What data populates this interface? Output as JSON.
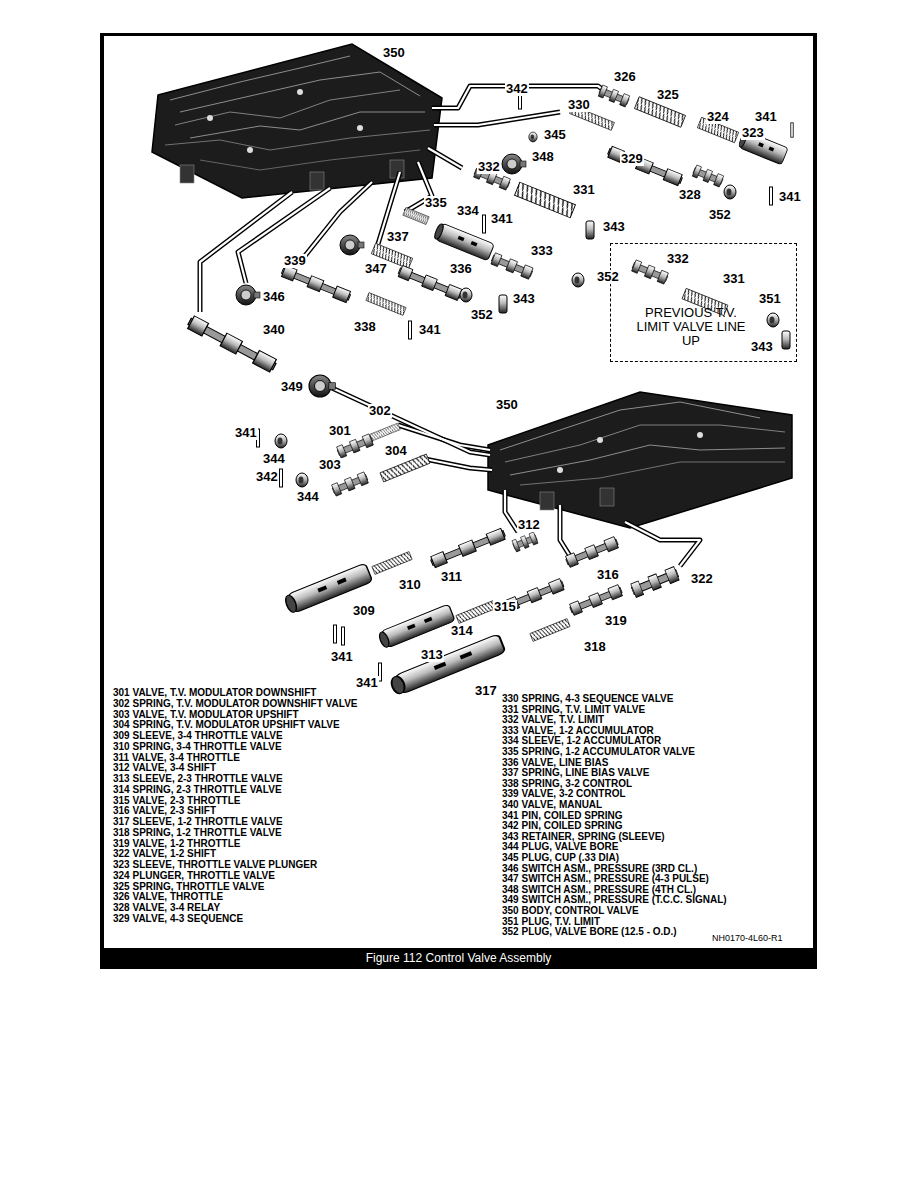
{
  "diagram": {
    "caption": "Figure 112 Control Valve Assembly",
    "nodes": [
      {
        "text": [
          "PREVIOUS T.V. LIMIT VALVE LINE UP"
        ]
      }
    ],
    "edges": [],
    "labels": [
      "350",
      "342",
      "326",
      "325",
      "330",
      "324",
      "341",
      "345",
      "323",
      "348",
      "329",
      "332",
      "331",
      "328",
      "352",
      "341",
      "335",
      "334",
      "341",
      "343",
      "337",
      "333",
      "352",
      "339",
      "347",
      "336",
      "346",
      "352",
      "343",
      "338",
      "341",
      "340",
      "332",
      "331",
      "351",
      "343",
      "349",
      "350",
      "302",
      "301",
      "341",
      "344",
      "304",
      "303",
      "342",
      "344",
      "312",
      "316",
      "322",
      "311",
      "310",
      "309",
      "315",
      "314",
      "319",
      "313",
      "318",
      "341",
      "341",
      "317",
      "301 VALVE, T.V. MODULATOR DOWNSHIFT",
      "302 SPRING, T.V. MODULATOR DOWNSHIFT VALVE",
      "303 VALVE, T.V. MODULATOR UPSHIFT",
      "304 SPRING, T.V. MODULATOR UPSHIFT VALVE",
      "309 SLEEVE, 3-4 THROTTLE VALVE",
      "310 SPRING, 3-4 THROTTLE VALVE",
      "311 VALVE, 3-4 THROTTLE",
      "312 VALVE, 3-4 SHIFT",
      "313 SLEEVE, 2-3 THROTTLE VALVE",
      "314 SPRING, 2-3 THROTTLE VALVE",
      "315 VALVE, 2-3 THROTTLE",
      "316 VALVE, 2-3 SHIFT",
      "317 SLEEVE, 1-2 THROTTLE VALVE",
      "318 SPRING, 1-2 THROTTLE VALVE",
      "319 VALVE, 1-2 THROTTLE",
      "322 VALVE, 1-2 SHIFT",
      "323 SLEEVE, THROTTLE VALVE PLUNGER",
      "324 PLUNGER, THROTTLE VALVE",
      "325 SPRING, THROTTLE VALVE",
      "326 VALVE, THROTTLE",
      "328 VALVE, 3-4 RELAY",
      "329 VALVE, 4-3 SEQUENCE",
      "330 SPRING, 4-3 SEQUENCE VALVE",
      "331 SPRING, T.V. LIMIT VALVE",
      "332 VALVE, T.V. LIMIT",
      "333 VALVE, 1-2 ACCUMULATOR",
      "334 SLEEVE, 1-2 ACCUMULATOR",
      "335 SPRING, 1-2 ACCUMULATOR VALVE",
      "336 VALVE, LINE BIAS",
      "337 SPRING, LINE BIAS VALVE",
      "338 SPRING, 3-2 CONTROL",
      "339 VALVE, 3-2 CONTROL",
      "340 VALVE, MANUAL",
      "341 PIN, COILED SPRING",
      "342 PIN, COILED SPRING",
      "343 RETAINER, SPRING (SLEEVE)",
      "344 PLUG, VALVE BORE",
      "345 PLUG, CUP (.33 DIA)",
      "346 SWITCH ASM., PRESSURE (3RD CL.)",
      "347 SWITCH ASM., PRESSURE (4-3 PULSE)",
      "348 SWITCH ASM., PRESSURE (4TH CL.)",
      "349 SWITCH ASM., PRESSURE (T.C.C. SIGNAL)",
      "350 BODY, CONTROL VALVE",
      "351 PLUG, T.V. LIMIT",
      "352 PLUG, VALVE BORE (12.5 - O.D.)",
      "NH0170-4L60-R1"
    ]
  }
}
